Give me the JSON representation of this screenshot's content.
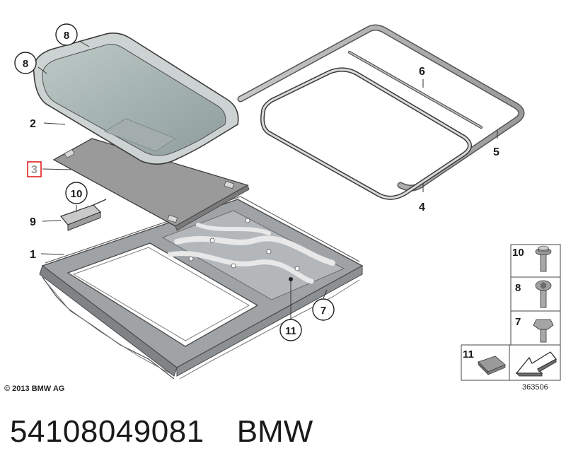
{
  "diagram": {
    "callouts": {
      "c1": "1",
      "c2": "2",
      "c3": "3",
      "c4": "4",
      "c5": "5",
      "c6": "6",
      "c7": "7",
      "c8a": "8",
      "c8b": "8",
      "c9": "9",
      "c10": "10",
      "c11": "11"
    },
    "highlight_color": "#e02020",
    "fastener_table": {
      "items": [
        "10",
        "8",
        "7"
      ],
      "material_item": "11"
    },
    "copyright": "© 2013 BMW AG",
    "reference": "363506"
  },
  "footer": {
    "part_number": "54108049081",
    "brand": "BMW"
  }
}
